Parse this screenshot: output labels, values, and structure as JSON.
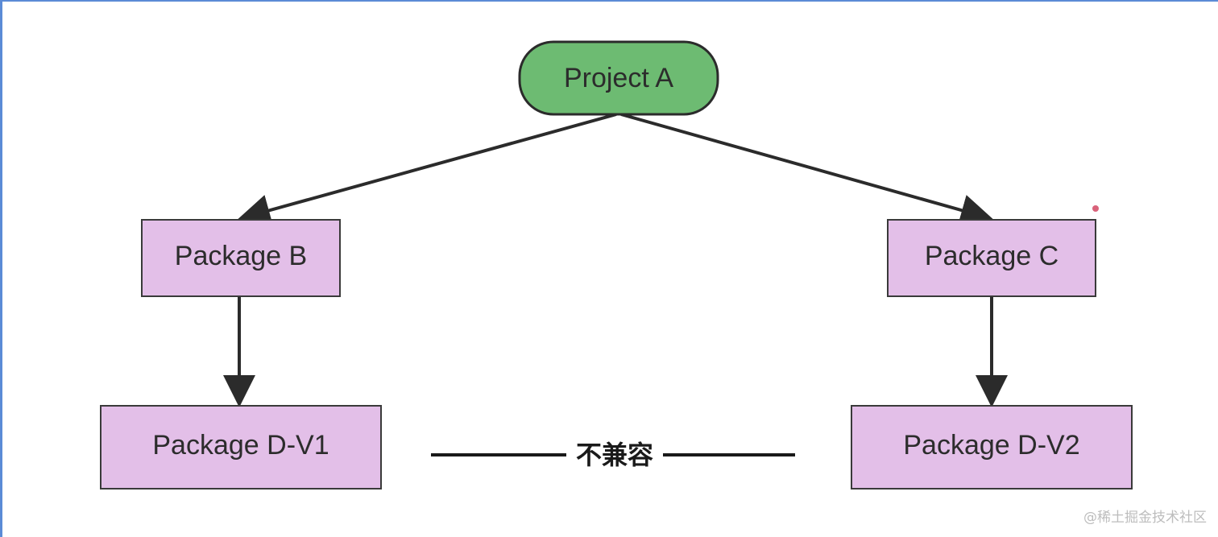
{
  "diagram": {
    "nodes": {
      "project_a": "Project A",
      "package_b": "Package B",
      "package_c": "Package C",
      "package_d_v1": "Package D-V1",
      "package_d_v2": "Package D-V2"
    },
    "incompatible_label": "不兼容",
    "colors": {
      "project_fill": "#6dbb72",
      "package_fill": "#e3bfe8",
      "stroke": "#2b2b2b"
    }
  },
  "watermark": "@稀土掘金技术社区"
}
